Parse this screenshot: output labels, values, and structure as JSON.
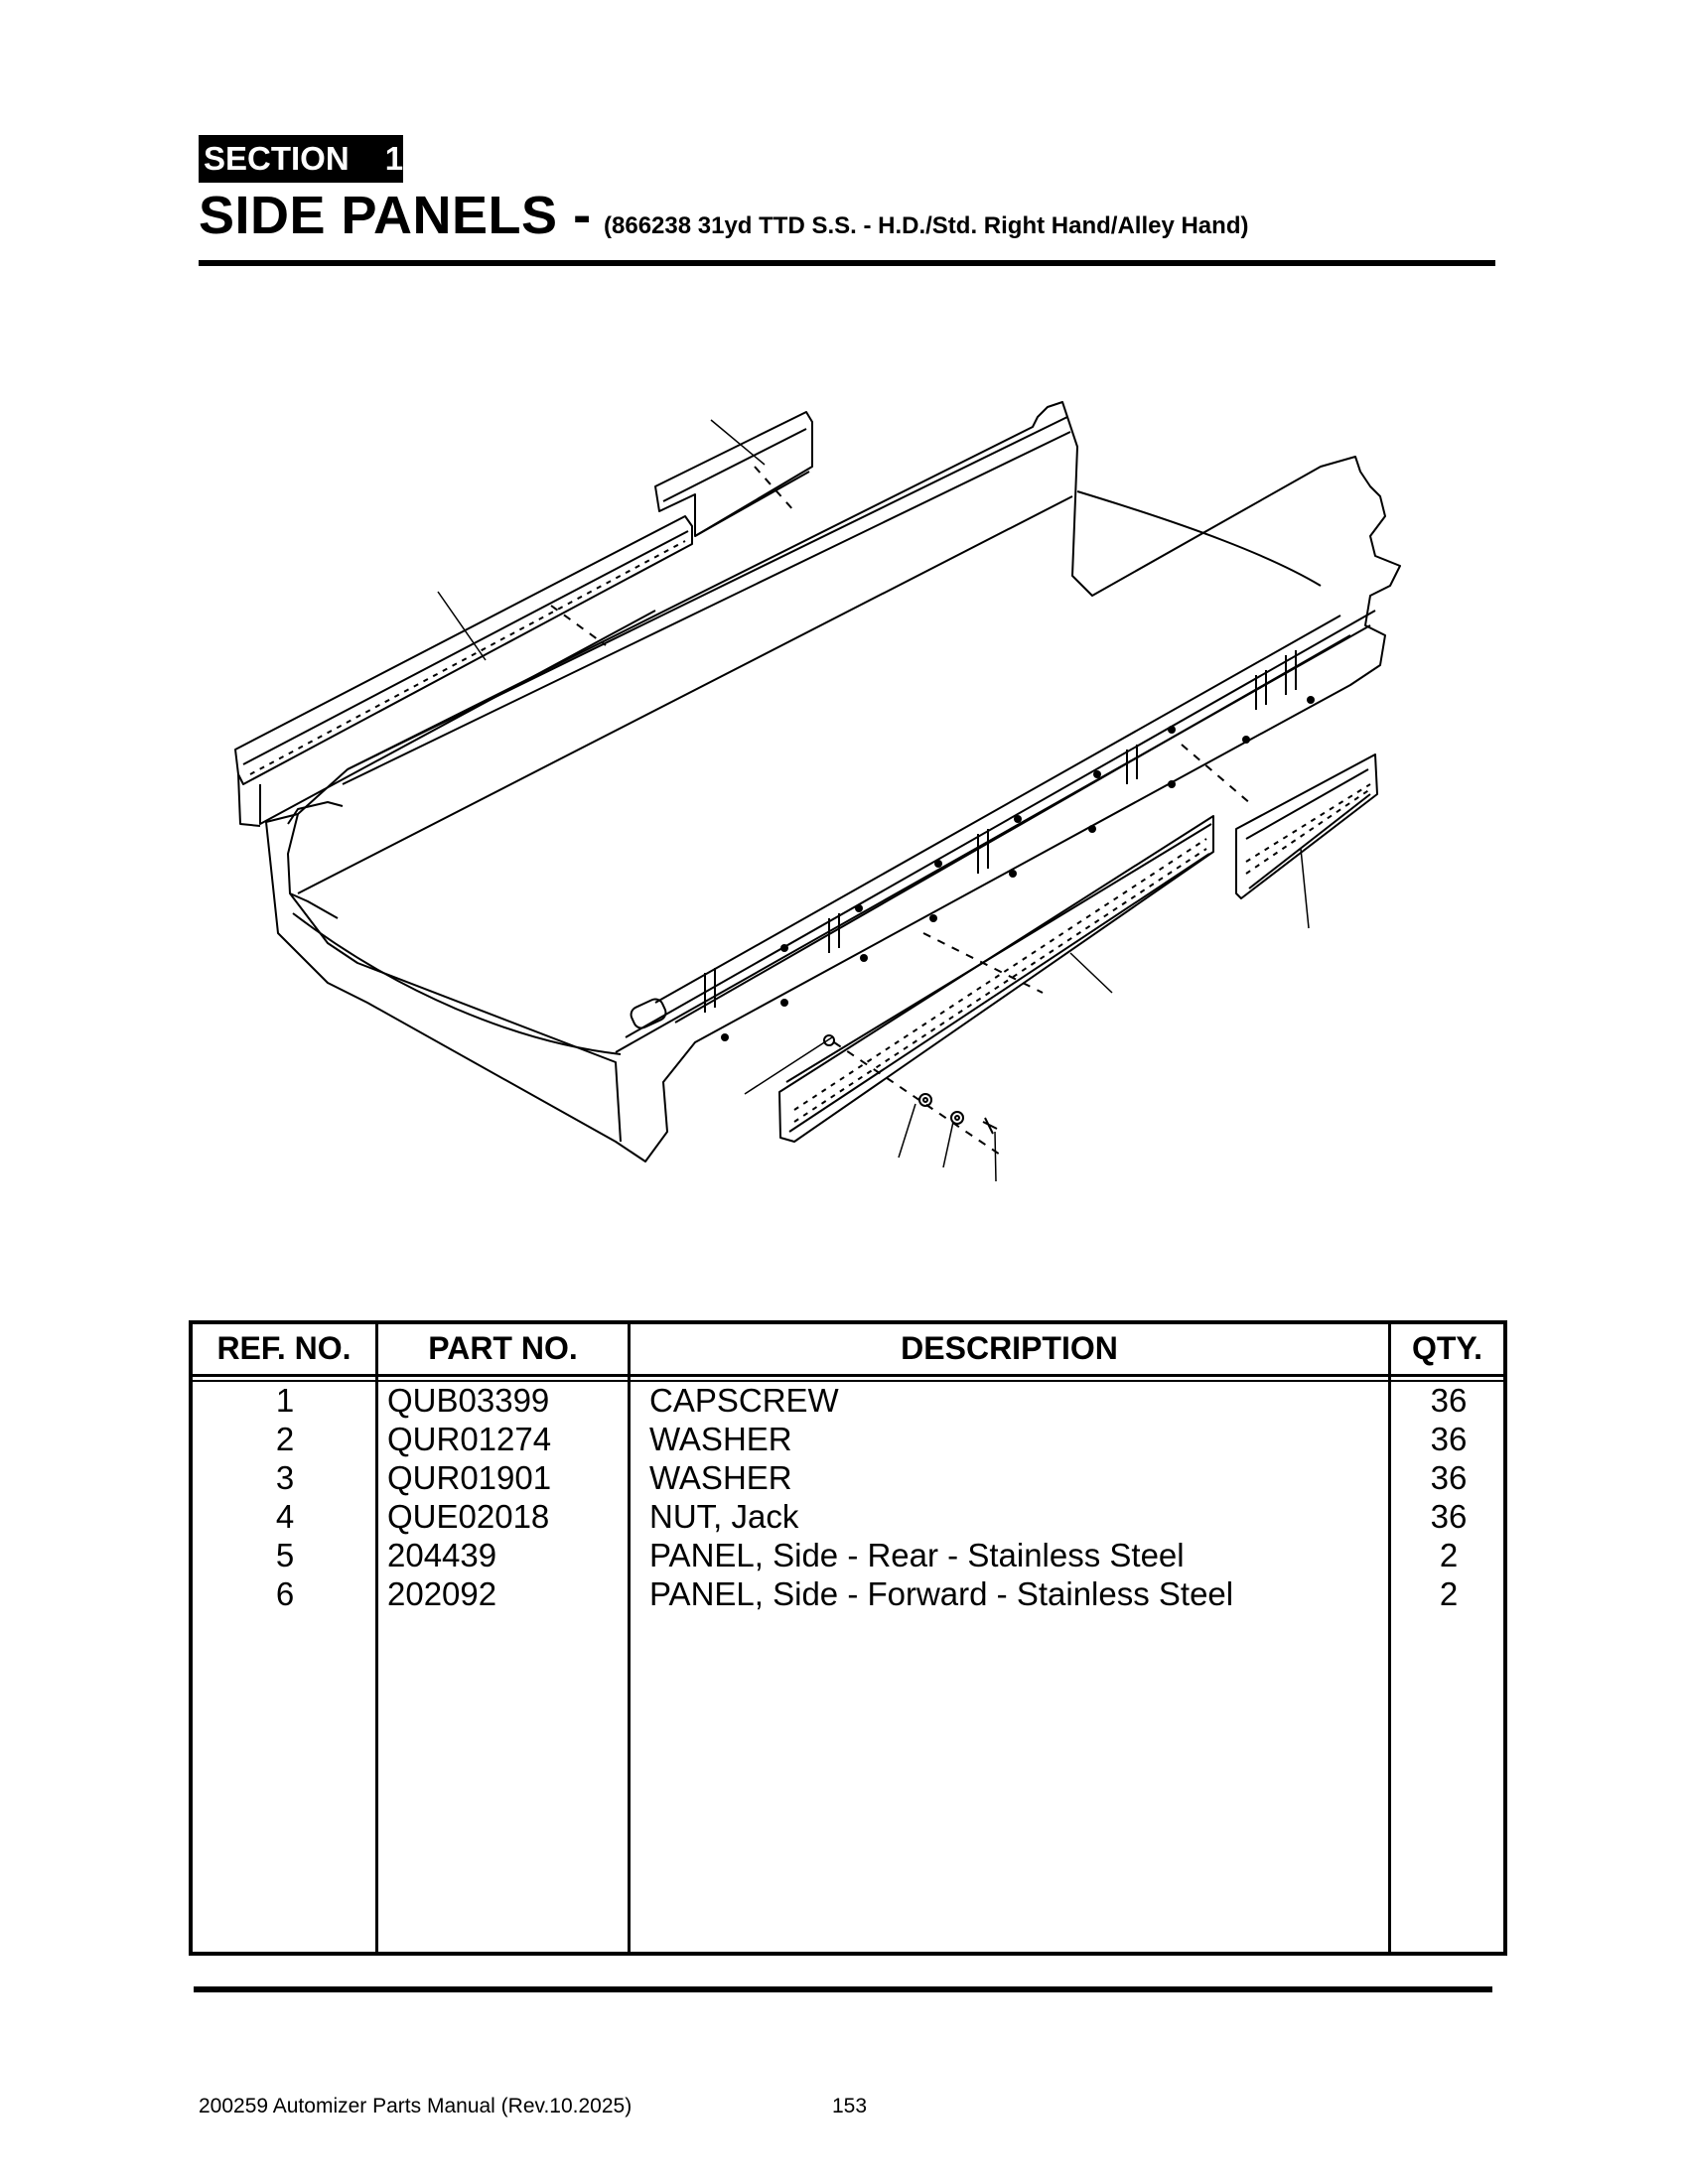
{
  "section": {
    "label": "SECTION",
    "number": "1"
  },
  "title": {
    "main": "SIDE PANELS -",
    "sub": "(866238 31yd TTD S.S. - H.D./Std. Right Hand/Alley Hand)"
  },
  "table": {
    "headers": {
      "ref": "REF. NO.",
      "part": "PART NO.",
      "desc": "DESCRIPTION",
      "qty": "QTY."
    },
    "rows": [
      {
        "ref": "1",
        "part": "QUB03399",
        "desc": "CAPSCREW",
        "qty": "36"
      },
      {
        "ref": "2",
        "part": "QUR01274",
        "desc": "WASHER",
        "qty": "36"
      },
      {
        "ref": "3",
        "part": "QUR01901",
        "desc": "WASHER",
        "qty": "36"
      },
      {
        "ref": "4",
        "part": "QUE02018",
        "desc": "NUT, Jack",
        "qty": "36"
      },
      {
        "ref": "5",
        "part": "204439",
        "desc": "PANEL, Side - Rear - Stainless Steel",
        "qty": "2"
      },
      {
        "ref": "6",
        "part": "202092",
        "desc": "PANEL, Side - Forward - Stainless Steel",
        "qty": "2"
      }
    ]
  },
  "footer": {
    "manual": "200259 Automizer Parts Manual (Rev.10.2025)",
    "page": "153"
  }
}
